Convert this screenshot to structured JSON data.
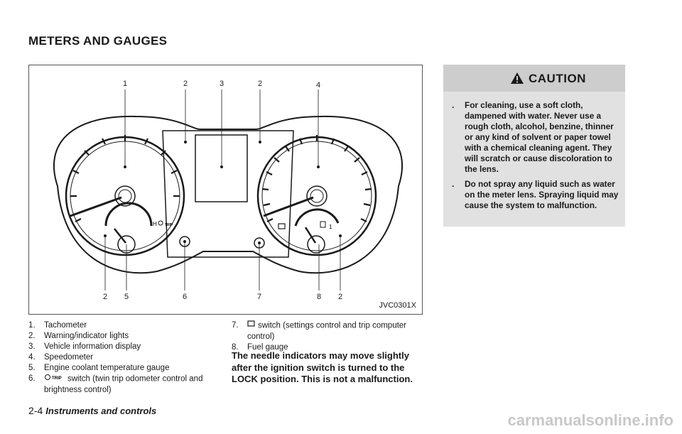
{
  "page_title": "METERS AND GAUGES",
  "figure": {
    "code": "JVC0301X",
    "callouts_top": [
      "1",
      "2",
      "3",
      "2",
      "4"
    ],
    "callouts_bottom": [
      "2",
      "5",
      "6",
      "7",
      "8",
      "2"
    ],
    "gauge_labels": {
      "temp_hot": "H",
      "trip": "TRIP",
      "fuel_full": "1"
    }
  },
  "caption": {
    "items": [
      {
        "num": "1.",
        "text": "Tachometer"
      },
      {
        "num": "2.",
        "text": "Warning/indicator lights"
      },
      {
        "num": "3.",
        "text": "Vehicle information display"
      },
      {
        "num": "4.",
        "text": "Speedometer"
      },
      {
        "num": "5.",
        "text": "Engine coolant temperature gauge"
      },
      {
        "num": "6.",
        "icon": "trip-switch-icon",
        "icon_text": "TRIP",
        "text": "switch (twin trip odometer control and brightness control)"
      },
      {
        "num": "7.",
        "icon": "settings-switch-icon",
        "text": "switch (settings control and trip computer control)"
      },
      {
        "num": "8.",
        "text": "Fuel gauge"
      }
    ]
  },
  "note": "The needle indicators may move slightly after the ignition switch is turned to the LOCK position. This is not a malfunction.",
  "caution": {
    "title": "CAUTION",
    "items": [
      {
        "bullet": ".",
        "text": "For cleaning, use a soft cloth, dampened with water. Never use a rough cloth, alcohol, benzine, thinner or any kind of solvent or paper towel with a chemical cleaning agent. They will scratch or cause discoloration to the lens."
      },
      {
        "bullet": ".",
        "text": "Do not spray any liquid such as water on the meter lens. Spraying liquid may cause the system to malfunction."
      }
    ]
  },
  "footer": {
    "page": "2-4",
    "section": "Instruments and controls"
  },
  "watermark": "carmanualsonline.info"
}
